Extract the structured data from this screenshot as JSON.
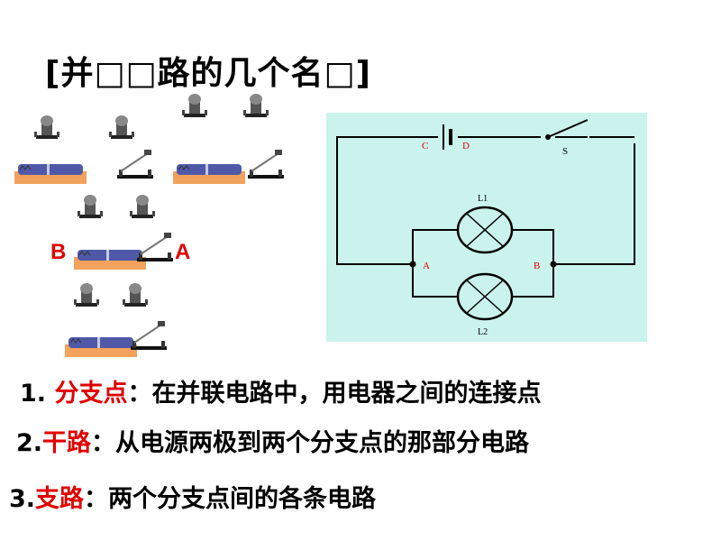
{
  "title": "[并□□路的几个名□]",
  "circuit": {
    "labels": {
      "c": "C",
      "d": "D",
      "s": "S",
      "l1": "L1",
      "l2": "L2",
      "a": "A",
      "b": "B"
    },
    "colors": {
      "background": "#cbf3ed",
      "wire": "#000000",
      "label_red": "#e00000"
    }
  },
  "physical": {
    "label_b": "B",
    "label_a": "A"
  },
  "definitions": [
    {
      "num": "1. ",
      "term": "分支点",
      "text": "：在并联电路中，用电器之间的连接点"
    },
    {
      "num": "2.",
      "term": "干路",
      "text": "：从电源两极到两个分支点的那部分电路"
    },
    {
      "num": "3.",
      "term": "支路",
      "text": "：两个分支点间的各条电路"
    }
  ]
}
